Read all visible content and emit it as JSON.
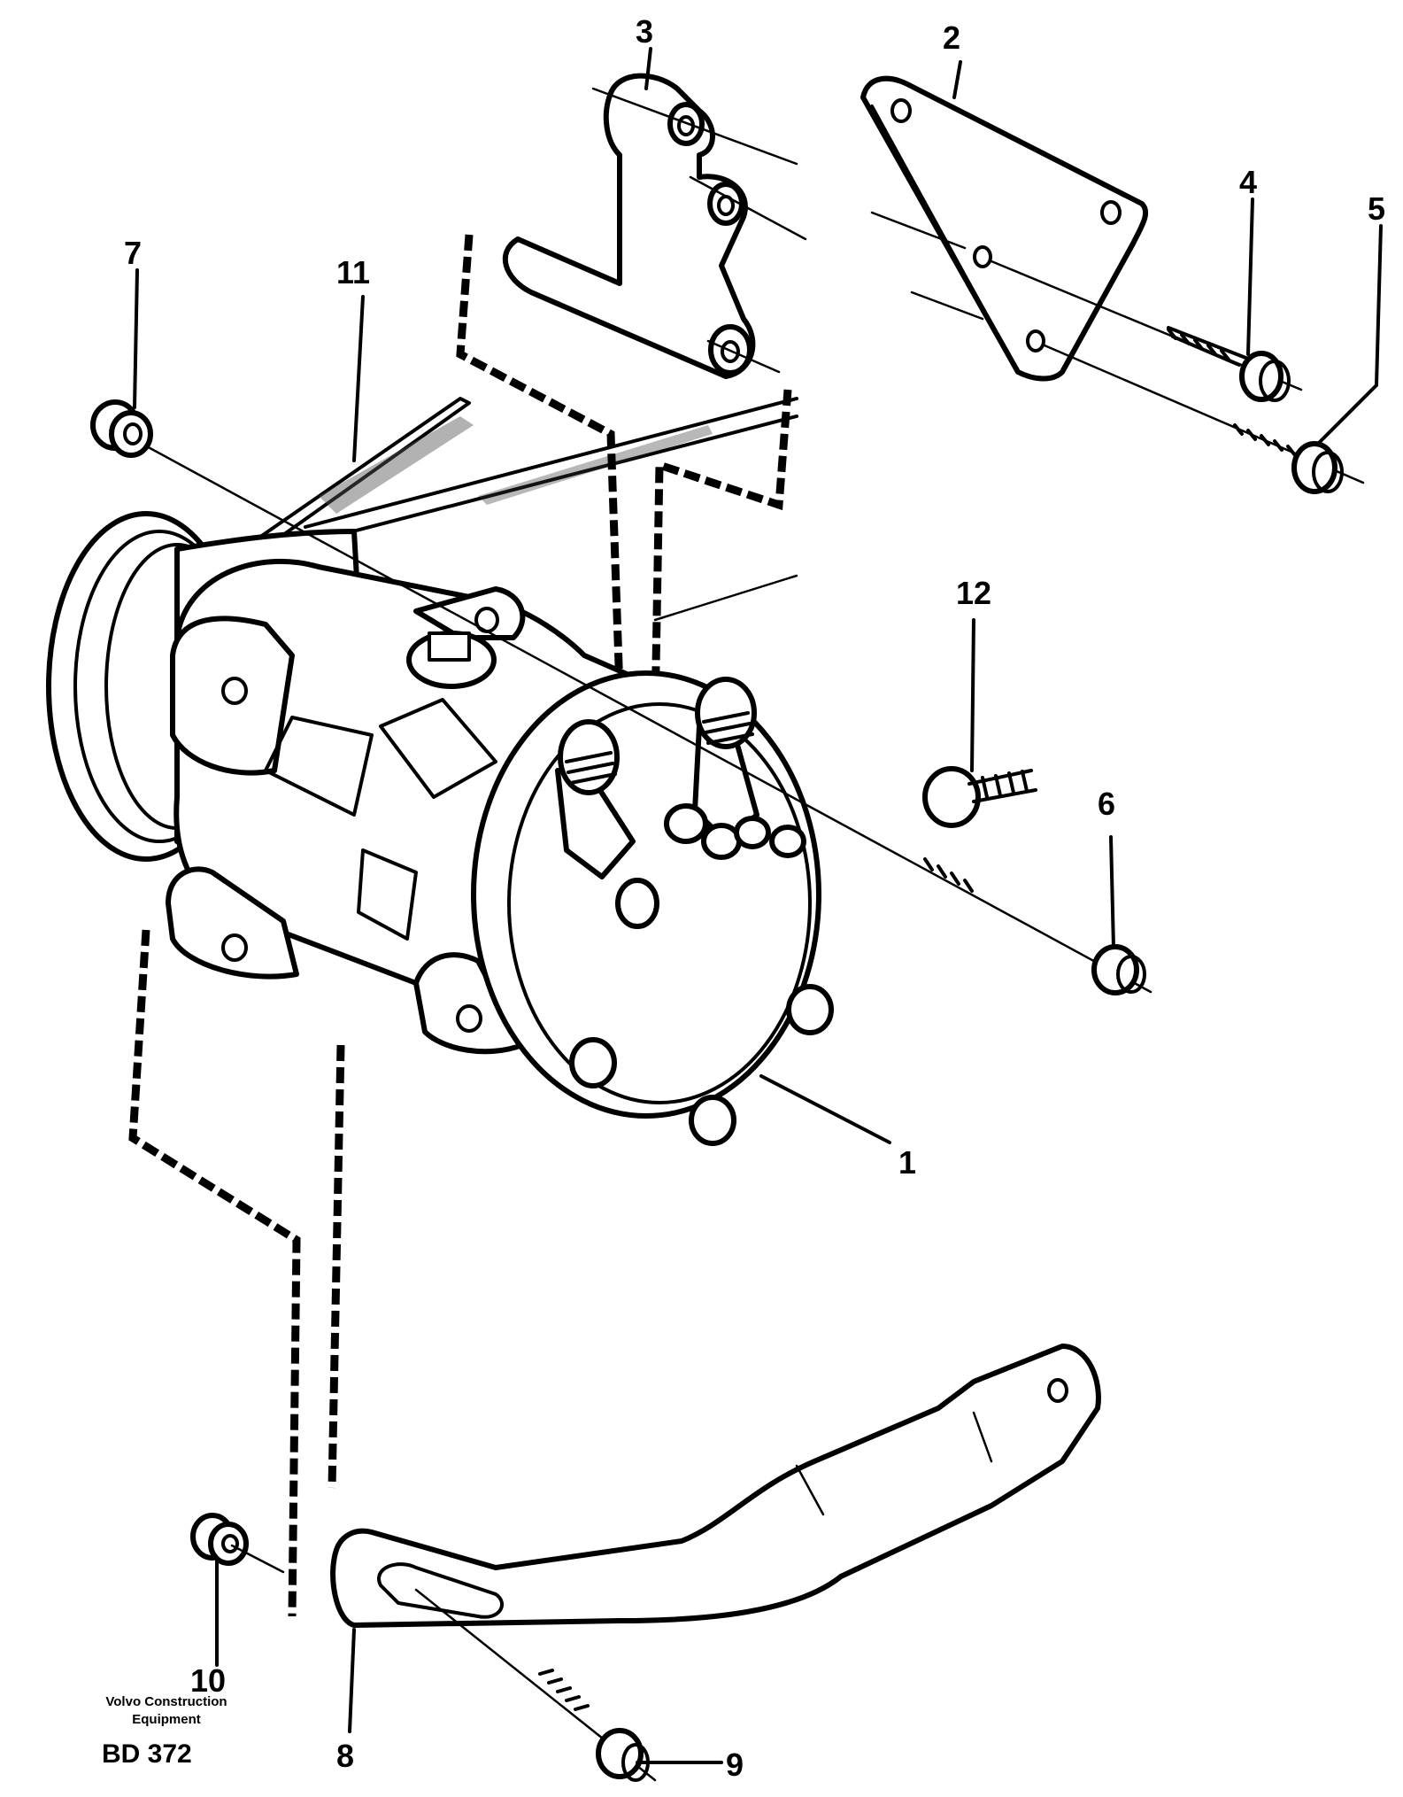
{
  "callouts": {
    "c1": "1",
    "c2": "2",
    "c3": "3",
    "c4": "4",
    "c5": "5",
    "c6": "6",
    "c7": "7",
    "c8": "8",
    "c9": "9",
    "c10": "10",
    "c11": "11",
    "c12": "12"
  },
  "footer": {
    "line1": "Volvo Construction",
    "line2": "Equipment",
    "code": "BD 372"
  }
}
